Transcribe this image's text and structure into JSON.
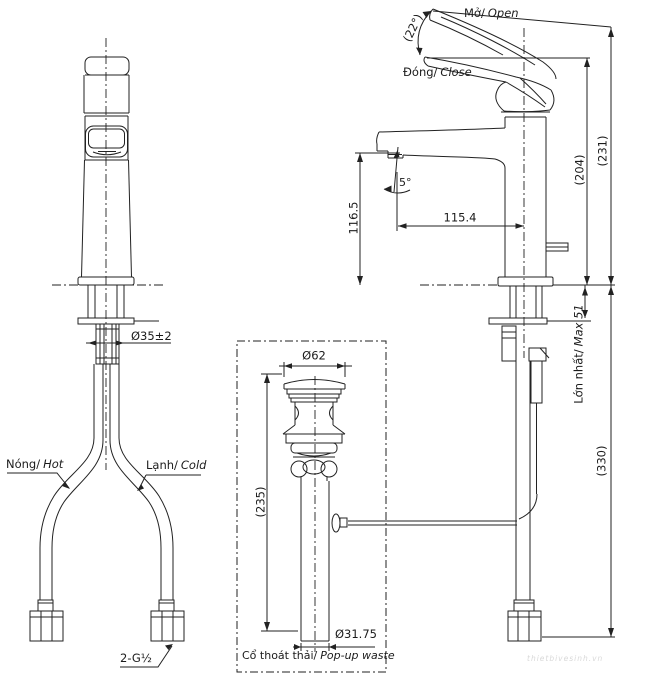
{
  "labels": {
    "open": {
      "vi": "Mở/",
      "en": "Open"
    },
    "close": {
      "vi": "Đóng/",
      "en": "Close"
    },
    "hot": {
      "vi": "Nóng/",
      "en": "Hot"
    },
    "cold": {
      "vi": "Lạnh/",
      "en": "Cold"
    },
    "max_protrusion": {
      "vi": "Lớn nhất/",
      "en": "Max 51"
    },
    "popup_waste": {
      "vi": "Cổ thoát thải/",
      "en": "Pop-up waste"
    }
  },
  "dimensions": {
    "open_angle": "(22°)",
    "spout_tilt_angle": "5°",
    "spout_outlet_height": "116.5",
    "spout_reach": "115.4",
    "closed_height": "(204)",
    "open_height": "(231)",
    "supply_hose_length": "(330)",
    "mount_shank_diameter": "Ø35±2",
    "hose_connection": "2-G½",
    "popup_cap_diameter": "Ø62",
    "popup_length": "(235)",
    "popup_tail_diameter": "Ø31.75"
  },
  "watermark": "thietbivesinh.vn",
  "colors": {
    "line": "#222222",
    "text": "#1b1b1b",
    "watermark": "#d9d9d9",
    "background": "#ffffff"
  }
}
